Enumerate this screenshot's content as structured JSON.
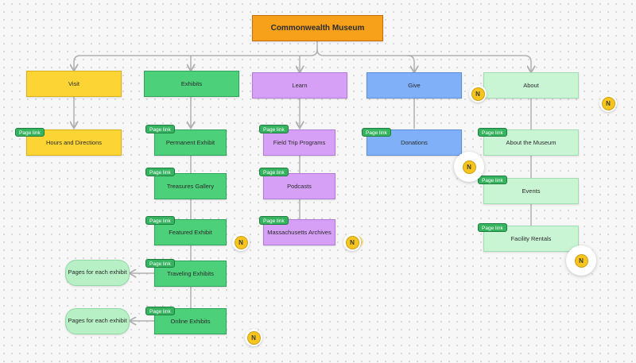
{
  "title": "Commonwealth Museum",
  "tag_label": "Page link",
  "avatar_letter": "N",
  "colors": {
    "root": "#f7a11b",
    "visit": "#fcd535",
    "exhibits": "#4cd07a",
    "learn": "#d6a0f7",
    "give": "#7fb0f8",
    "about": "#c9f5d5",
    "pages": "#b7f0c5",
    "connector": "#b0b0b0"
  },
  "sections": {
    "visit": {
      "label": "Visit",
      "pages": [
        "Hours and Directions"
      ]
    },
    "exhibits": {
      "label": "Exhibits",
      "pages": [
        "Permanent Exhibit",
        "Treasures Gallery",
        "Featured Exhibit",
        "Traveling Exhibits",
        "Online Exhibits"
      ]
    },
    "learn": {
      "label": "Learn",
      "pages": [
        "Field Trip Programs",
        "Podcasts",
        "Massachusetts Archives"
      ]
    },
    "give": {
      "label": "Give",
      "pages": [
        "Donations"
      ]
    },
    "about": {
      "label": "About",
      "pages": [
        "About the Museum",
        "Events",
        "Facility Rentals"
      ]
    }
  },
  "side_pages": [
    "Pages for each exhibit",
    "Pages for each exhibit"
  ]
}
